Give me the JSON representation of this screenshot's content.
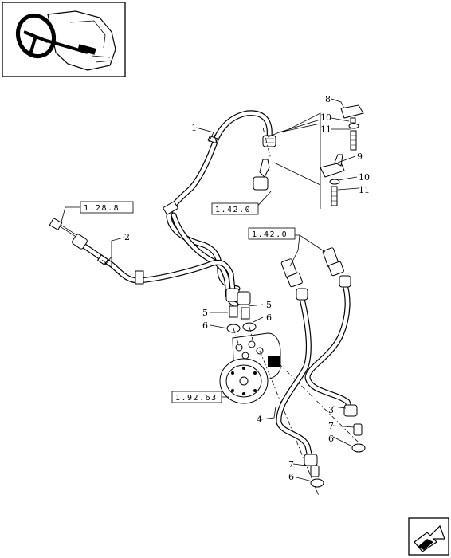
{
  "thumbnail": {
    "icon": "steering-wheel-icon"
  },
  "nav": {
    "icon": "next-page-arrow-icon"
  },
  "refs": {
    "r1": "1.28.8",
    "r2": "1.42.0",
    "r3": "1.42.0",
    "r4": "1.92.63"
  },
  "callouts": {
    "c1": "1",
    "c2": "2",
    "c3": "3",
    "c4": "4",
    "c5a": "5",
    "c5b": "5",
    "c6a": "6",
    "c6b": "6",
    "c6c": "6",
    "c6d": "6",
    "c7a": "7",
    "c7b": "7",
    "c8": "8",
    "c9": "9",
    "c10a": "10",
    "c10b": "10",
    "c11a": "11",
    "c11b": "11"
  }
}
